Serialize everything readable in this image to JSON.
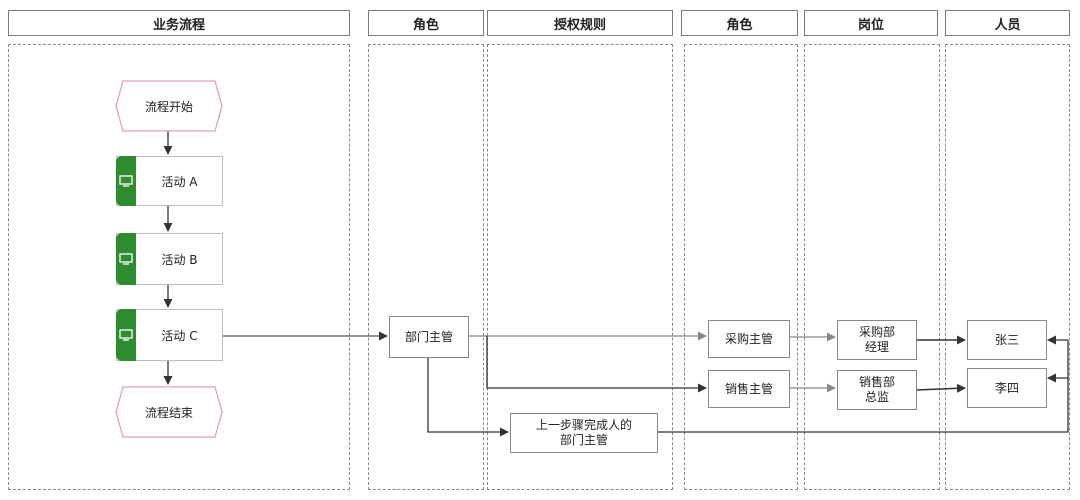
{
  "lanes": {
    "business_process": "业务流程",
    "role": "角色",
    "auth_rule": "授权规则",
    "role2": "角色",
    "position": "岗位",
    "person": "人员"
  },
  "process": {
    "start": "流程开始",
    "activity_a": "活动 A",
    "activity_b": "活动 B",
    "activity_c": "活动 C",
    "end": "流程结束"
  },
  "roles": {
    "dept_manager": "部门主管"
  },
  "auth_rules": {
    "prev_step_manager_line1": "上一步骤完成人的",
    "prev_step_manager_line2": "部门主管"
  },
  "roles2": {
    "purchasing_manager": "采购主管",
    "sales_manager": "销售主管"
  },
  "positions": {
    "purchasing_dept_manager_line1": "采购部",
    "purchasing_dept_manager_line2": "经理",
    "sales_dept_director_line1": "销售部",
    "sales_dept_director_line2": "总监"
  },
  "people": {
    "zhang_san": "张三",
    "li_si": "李四"
  },
  "colors": {
    "activity_tab": "#2e8b2e",
    "event_border": "#e89ac6",
    "connector": "#333333",
    "connector_light": "#888888"
  },
  "icons": {
    "activity": "monitor-icon"
  }
}
